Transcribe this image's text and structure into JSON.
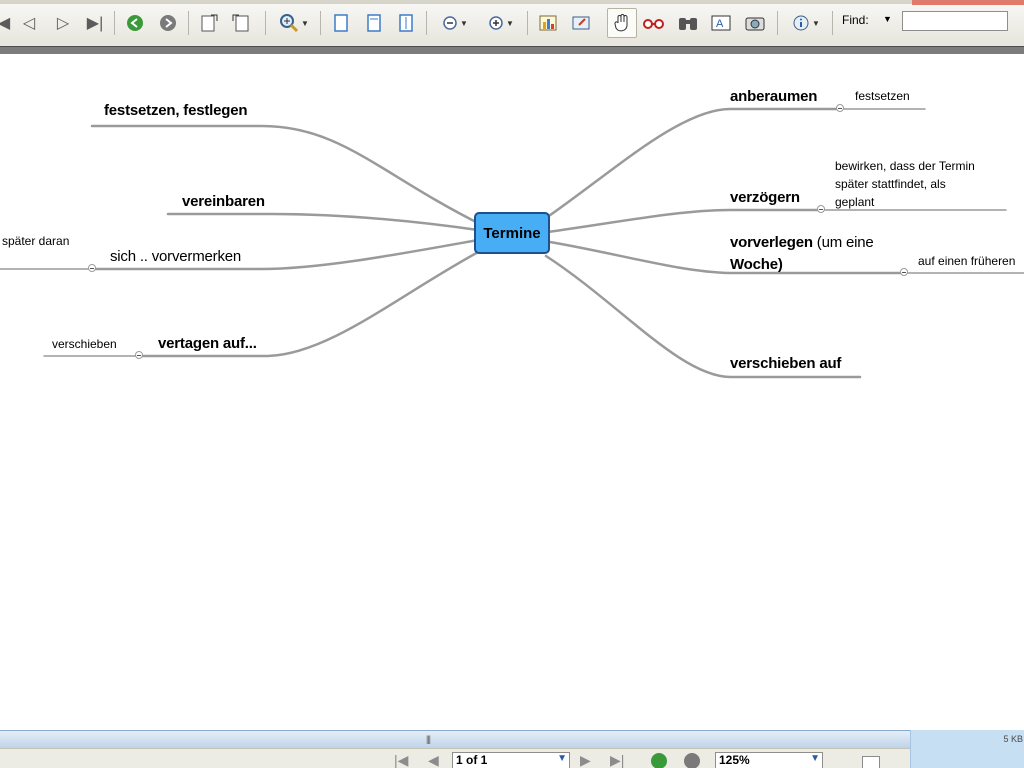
{
  "toolbar": {
    "find_label": "Find:",
    "find_value": "",
    "icons": [
      "first-page",
      "previous-page",
      "next-page",
      "last-page",
      "go-back",
      "go-forward",
      "rotate-clockwise",
      "rotate-counterclockwise",
      "zoom-in",
      "single-page",
      "continuous",
      "facing",
      "zoom-out-circle",
      "zoom-in-circle",
      "chart",
      "export",
      "hand-tool",
      "glasses",
      "binoculars",
      "text-select",
      "snapshot",
      "info"
    ]
  },
  "mindmap": {
    "center": "Termine",
    "left": {
      "festsetzen": "festsetzen, festlegen",
      "vereinbaren": "vereinbaren",
      "vormerken": "sich .. vorvermerken",
      "vormerken_note": "später daran",
      "vertagen": "vertagen auf...",
      "vertagen_note": "verschieben"
    },
    "right": {
      "anberaumen": "anberaumen",
      "anberaumen_note": "festsetzen",
      "verzoegern": "verzögern",
      "verzoegern_note_1": "bewirken, dass der Termin",
      "verzoegern_note_2": "später stattfindet, als",
      "verzoegern_note_3": "geplant",
      "vorverlegen_bold": "vorverlegen",
      "vorverlegen_rest": " (um eine",
      "vorverlegen_line2": "Woche)",
      "vorverlegen_note": "auf einen früheren",
      "verschieben": "verschieben auf"
    }
  },
  "statusbar": {
    "page_value": "1 of 1",
    "zoom_value": "125%",
    "file_size": "5 KB"
  },
  "colors": {
    "center_fill": "#47aef5",
    "center_border": "#1f4f8c",
    "branch": "#9a9a9a"
  }
}
